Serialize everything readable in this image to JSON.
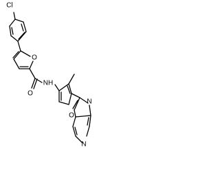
{
  "structure": {
    "atoms": {
      "chlorine": "Cl",
      "furan_oxygen": "O",
      "carbonyl_oxygen": "O",
      "amide_nh": "NH",
      "oxazole_oxygen": "O",
      "oxazole_nitrogen": "N",
      "pyridine_nitrogen": "N"
    }
  },
  "colors": {
    "bond": "#000000",
    "background": "#ffffff"
  }
}
